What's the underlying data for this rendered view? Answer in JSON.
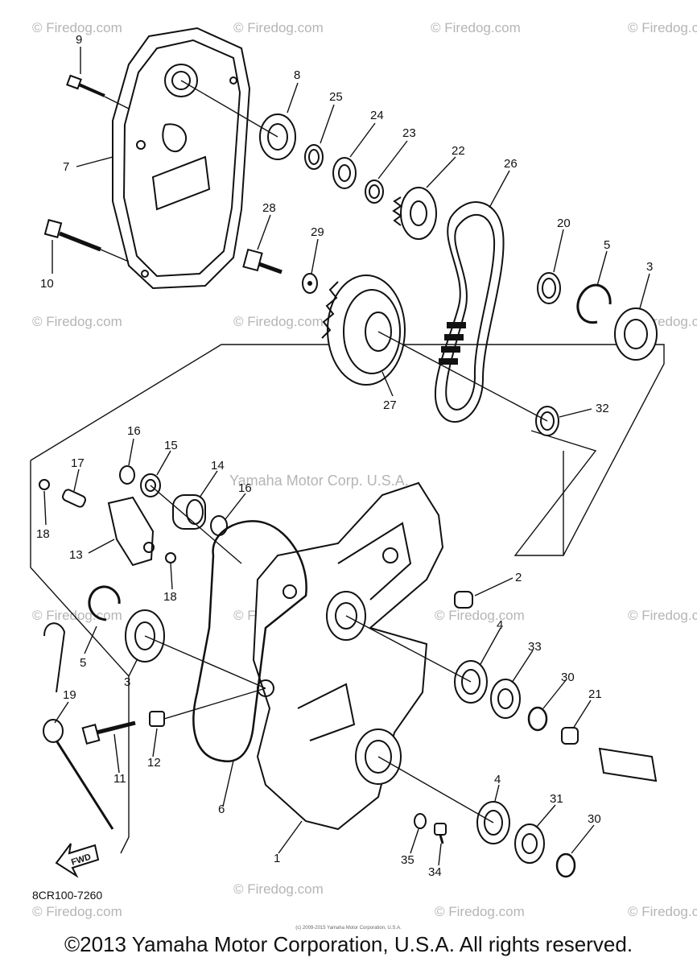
{
  "watermark": {
    "site": "© Firedog.com",
    "center": "Yamaha Motor Corp. U.S.A."
  },
  "diagram_code": "8CR100-7260",
  "fwd_label": "FWD",
  "fine_print": "(c) 2009-2015 Yamaha Motor Corporation, U.S.A.",
  "copyright": "©2013 Yamaha Motor Corporation, U.S.A. All rights reserved.",
  "callouts": {
    "c1": "1",
    "c2": "2",
    "c3a": "3",
    "c3b": "3",
    "c4a": "4",
    "c4b": "4",
    "c5a": "5",
    "c5b": "5",
    "c6": "6",
    "c7": "7",
    "c8": "8",
    "c9": "9",
    "c10": "10",
    "c11": "11",
    "c12": "12",
    "c13": "13",
    "c14": "14",
    "c15": "15",
    "c16a": "16",
    "c16b": "16",
    "c17": "17",
    "c18a": "18",
    "c18b": "18",
    "c19": "19",
    "c20": "20",
    "c21": "21",
    "c22": "22",
    "c23": "23",
    "c24": "24",
    "c25": "25",
    "c26": "26",
    "c27": "27",
    "c28": "28",
    "c29": "29",
    "c30a": "30",
    "c30b": "30",
    "c31": "31",
    "c32": "32",
    "c33": "33",
    "c34": "34",
    "c35": "35"
  }
}
